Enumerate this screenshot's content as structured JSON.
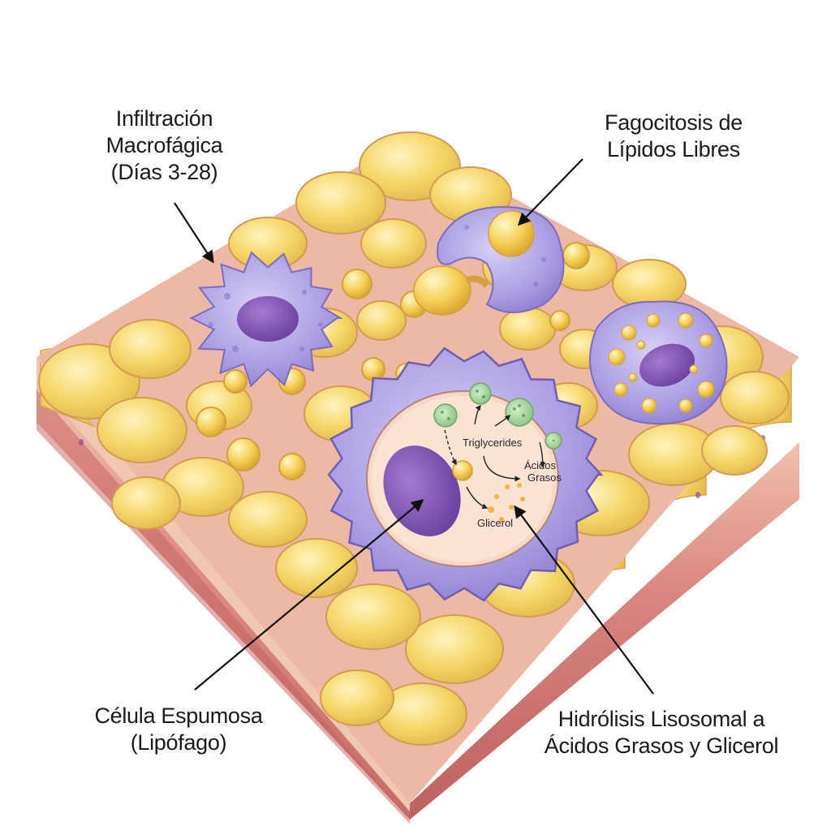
{
  "labels": {
    "infiltration": {
      "line1": "Infiltración",
      "line2": "Macrofágica",
      "line3": "(Días 3-28)"
    },
    "phagocytosis": {
      "line1": "Fagocitosis de",
      "line2": "Lípidos Libres"
    },
    "foam_cell": {
      "line1": "Célula Espumosa",
      "line2": "(Lipófago)"
    },
    "hydrolysis": {
      "line1": "Hidrólisis Lisosomal a",
      "line2": "Ácidos Grasos y Glicerol"
    }
  },
  "inner_labels": {
    "triglycerides": "Triglycerides",
    "fatty_acids_1": "Ácidos",
    "fatty_acids_2": "Grasos",
    "glycerol": "Glicerol"
  },
  "colors": {
    "adipocyte": "#f6d76a",
    "adipocyte_light": "#fbeaa0",
    "septa": "#e7b6a4",
    "dermis": "#c9706c",
    "macrophage": "#a99be0",
    "macrophage_light": "#cfc6f2",
    "nucleus": "#7a4fb0",
    "lysosome": "#a8d6a0",
    "cytoplasm_interior": "#f8dcc8"
  }
}
